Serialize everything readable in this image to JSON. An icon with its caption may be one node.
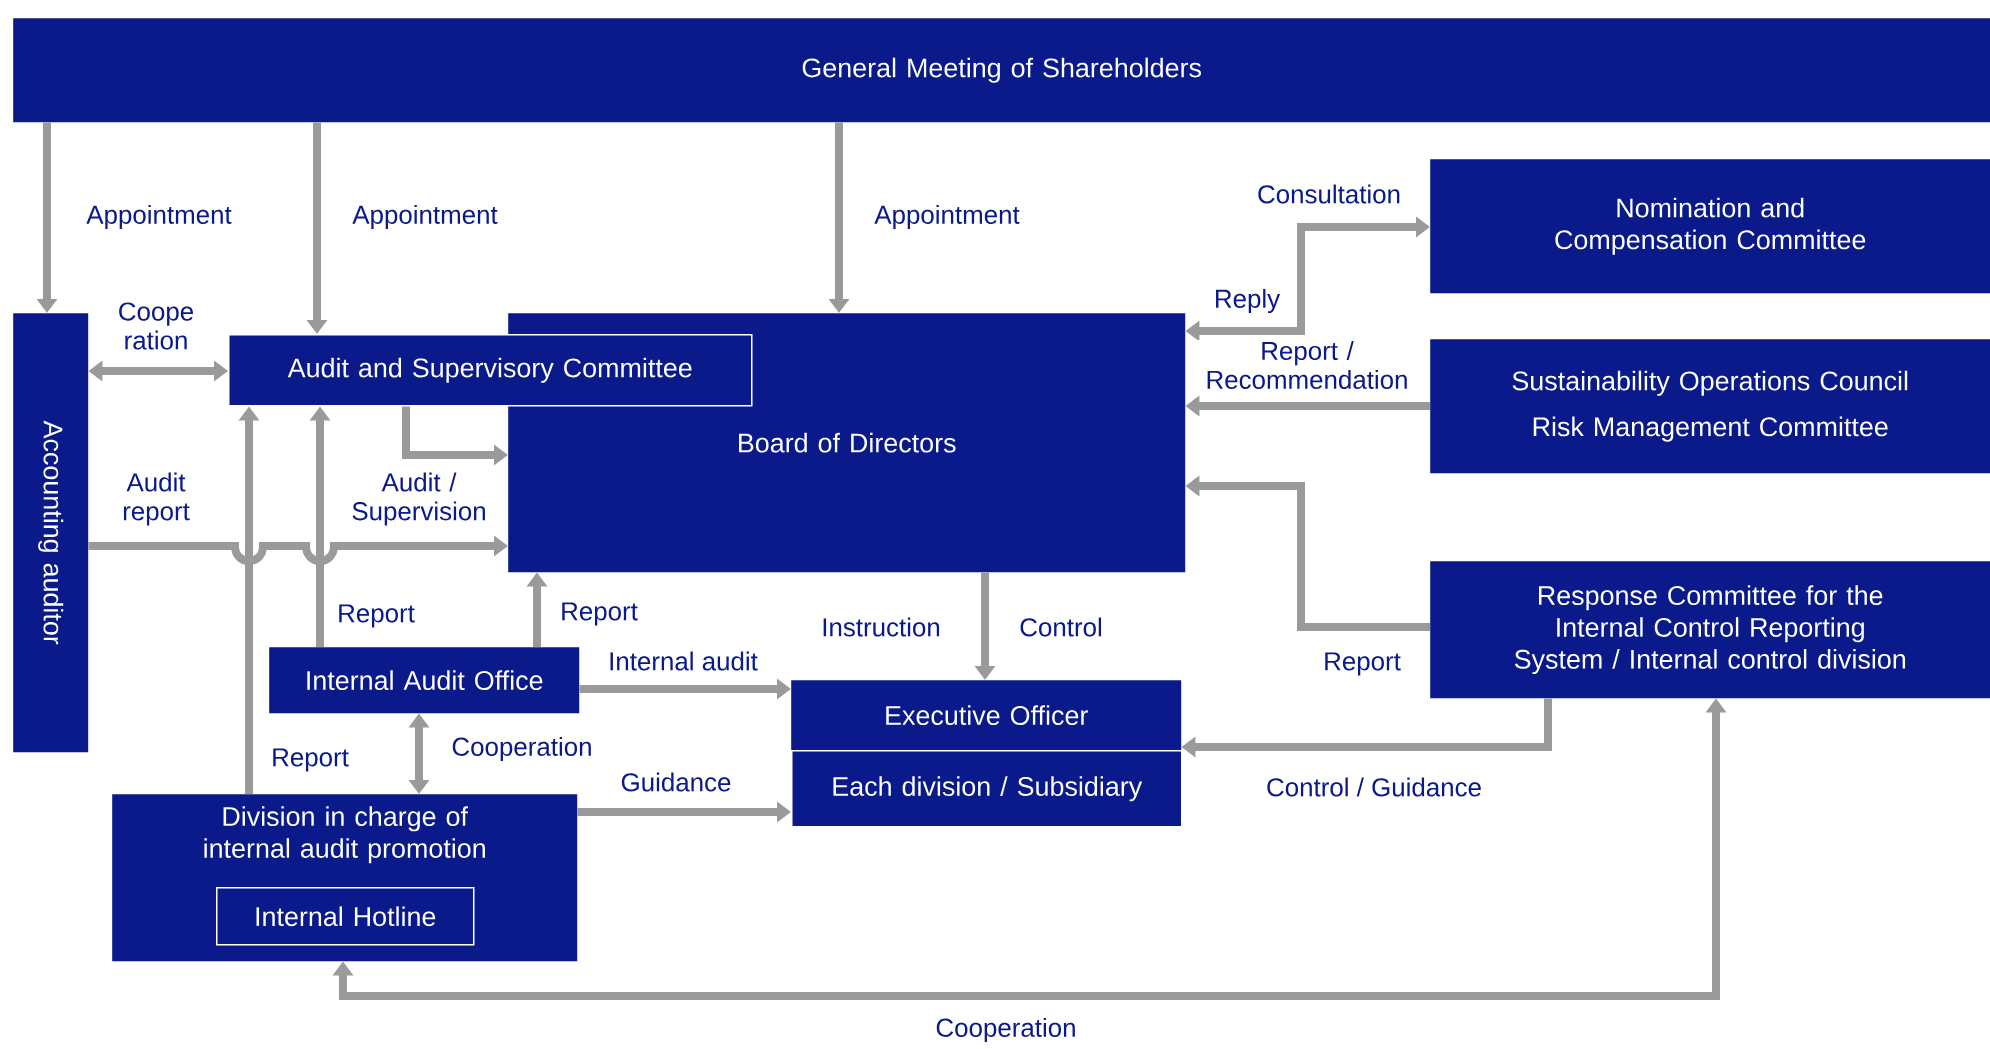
{
  "diagram": {
    "nodes": [
      {
        "text": [
          "General Meeting of Shareholders"
        ]
      },
      {
        "text": [
          "Accounting auditor"
        ]
      },
      {
        "text": [
          "Audit and Supervisory Committee"
        ]
      },
      {
        "text": [
          "Board of Directors"
        ]
      },
      {
        "text": [
          "Nomination and Compensation Committee"
        ]
      },
      {
        "text": [
          "Sustainability Operations Council",
          "Risk Management Committee"
        ]
      },
      {
        "text": [
          "Response Committee for the Internal Control Reporting System / Internal control division"
        ]
      },
      {
        "text": [
          "Internal Audit Office"
        ]
      },
      {
        "text": [
          "Executive Officer"
        ]
      },
      {
        "text": [
          "Each division / Subsidiary"
        ]
      },
      {
        "text": [
          "Division in charge of internal audit promotion"
        ]
      },
      {
        "text": [
          "Internal Hotline"
        ],
        "in": 10
      }
    ],
    "edges": [
      {
        "from": 0,
        "to": 1,
        "arrow": "to",
        "label": "Appointment"
      },
      {
        "from": 0,
        "to": 2,
        "arrow": "to",
        "label": "Appointment"
      },
      {
        "from": 0,
        "to": 3,
        "arrow": "to",
        "label": "Appointment"
      },
      {
        "from": 1,
        "to": 2,
        "arrow": "both",
        "label": "Coope ration"
      },
      {
        "from": 1,
        "to": 3,
        "arrow": "to",
        "label": "Audit report"
      },
      {
        "from": 2,
        "to": 3,
        "arrow": "to",
        "label": "Audit / Supervision"
      },
      {
        "from": 7,
        "to": 2,
        "arrow": "to",
        "label": "Report"
      },
      {
        "from": 7,
        "to": 3,
        "arrow": "to",
        "label": "Report"
      },
      {
        "from": 10,
        "to": 2,
        "arrow": "to",
        "label": "Report"
      },
      {
        "from": 7,
        "to": 8,
        "arrow": "to",
        "label": "Internal audit"
      },
      {
        "from": 7,
        "to": 10,
        "arrow": "both",
        "label": "Cooperation"
      },
      {
        "from": 10,
        "to": 9,
        "arrow": "to",
        "label": "Guidance"
      },
      {
        "from": 3,
        "to": 8,
        "arrow": "to",
        "label": "Instruction"
      },
      {
        "from": 3,
        "to": 4,
        "arrow": "both",
        "label": "Consultation"
      },
      {
        "from": 5,
        "to": 3,
        "arrow": "to",
        "label": "Report / Recommendation"
      },
      {
        "from": 6,
        "to": 3,
        "arrow": "to",
        "label": "Report"
      },
      {
        "from": 6,
        "to": 8,
        "arrow": "to",
        "label": "Control / Guidance"
      },
      {
        "from": 10,
        "to": 6,
        "arrow": "both",
        "label": "Cooperation"
      }
    ],
    "labels": [
      "Reply",
      "Control"
    ]
  }
}
